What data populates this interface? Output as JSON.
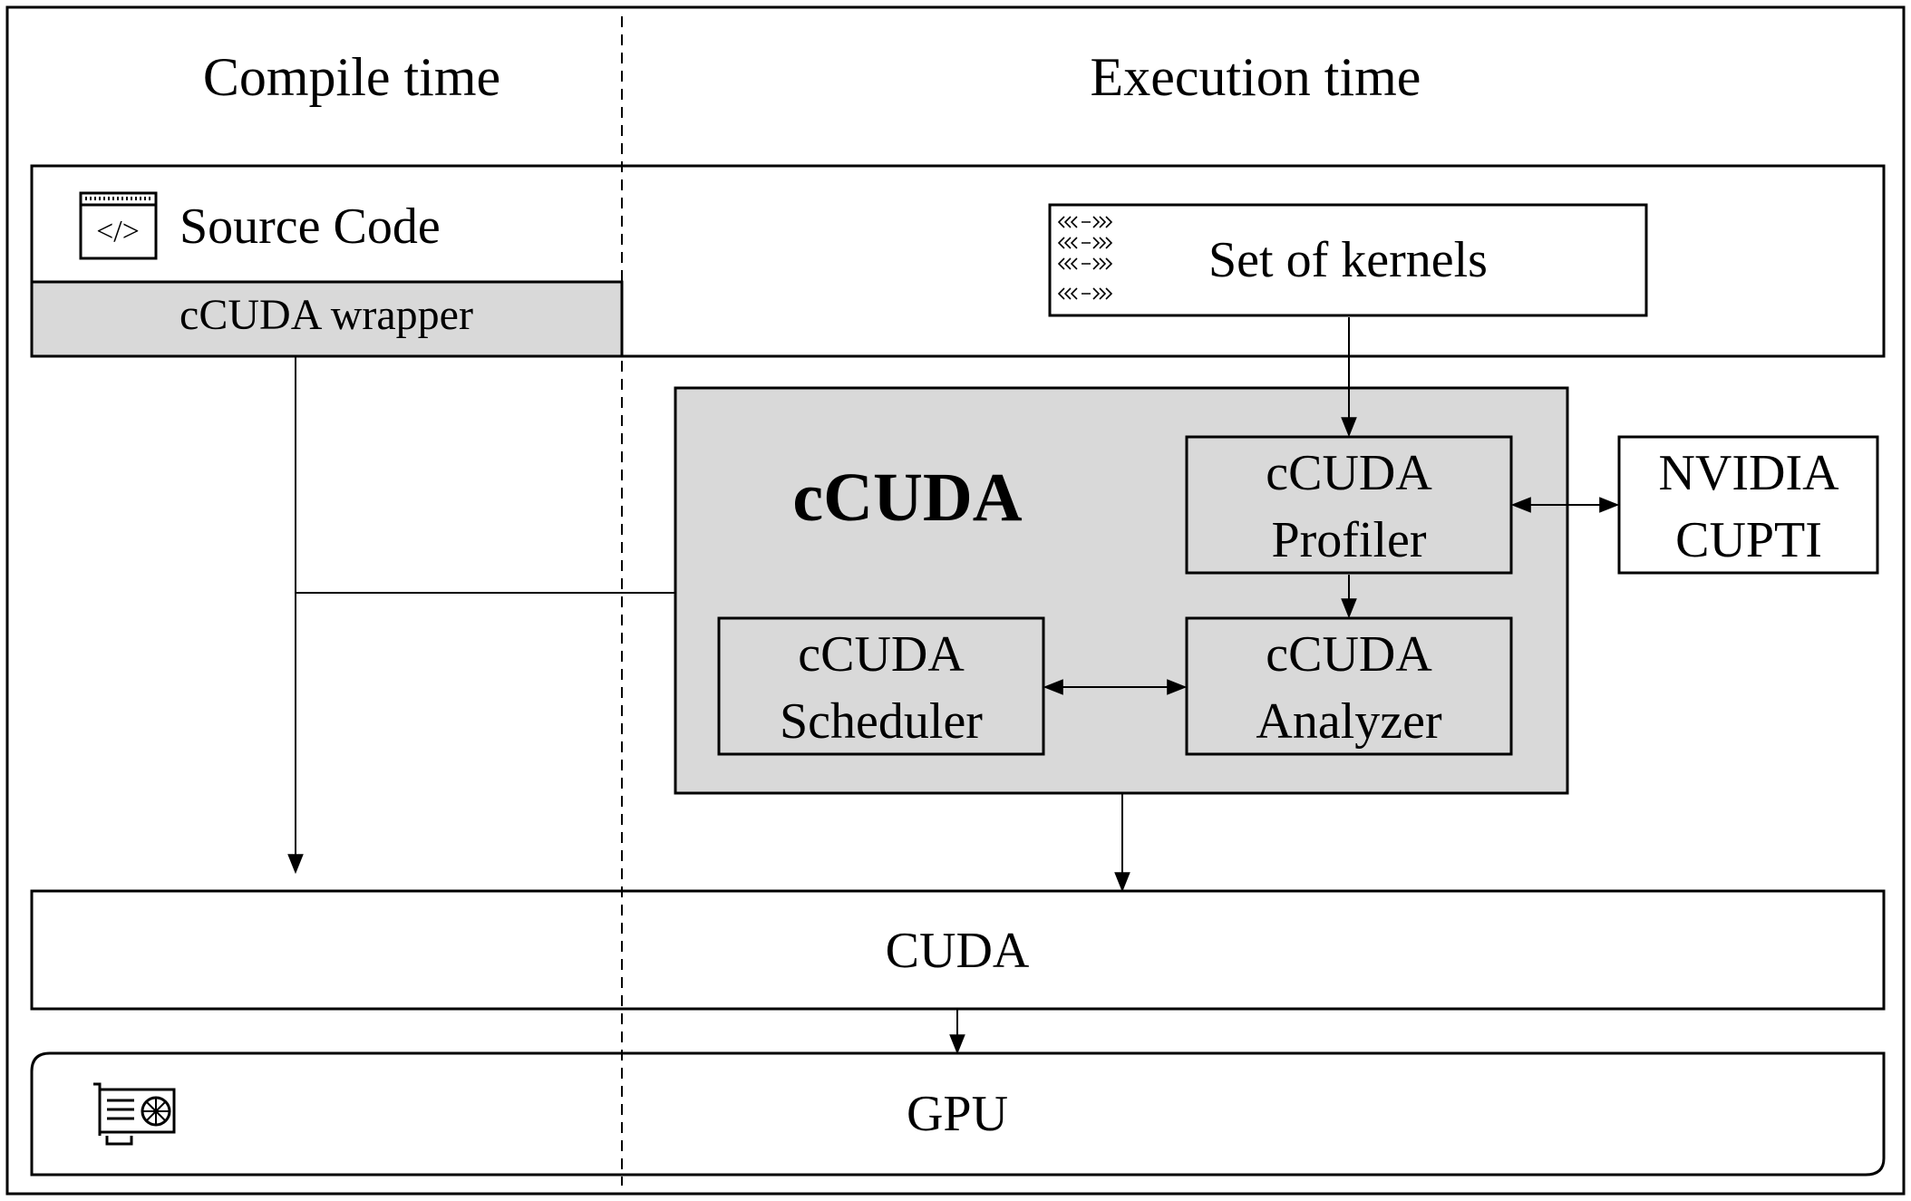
{
  "headers": {
    "compile": "Compile time",
    "execution": "Execution time"
  },
  "source": {
    "label": "Source Code",
    "icon": "code-window-icon",
    "icon_text": "</>",
    "wrapper": "cCUDA wrapper"
  },
  "kernels": {
    "label": "Set of kernels",
    "icon": "kernels-pattern-icon"
  },
  "ccuda": {
    "title": "cCUDA",
    "profiler": [
      "cCUDA",
      "Profiler"
    ],
    "analyzer": [
      "cCUDA",
      "Analyzer"
    ],
    "scheduler": [
      "cCUDA",
      "Scheduler"
    ]
  },
  "nvidia": [
    "NVIDIA",
    "CUPTI"
  ],
  "cuda": "CUDA",
  "gpu": {
    "label": "GPU",
    "icon": "gpu-card-icon"
  },
  "colors": {
    "gray_fill": "#d9d9d9",
    "stroke": "#000000"
  }
}
